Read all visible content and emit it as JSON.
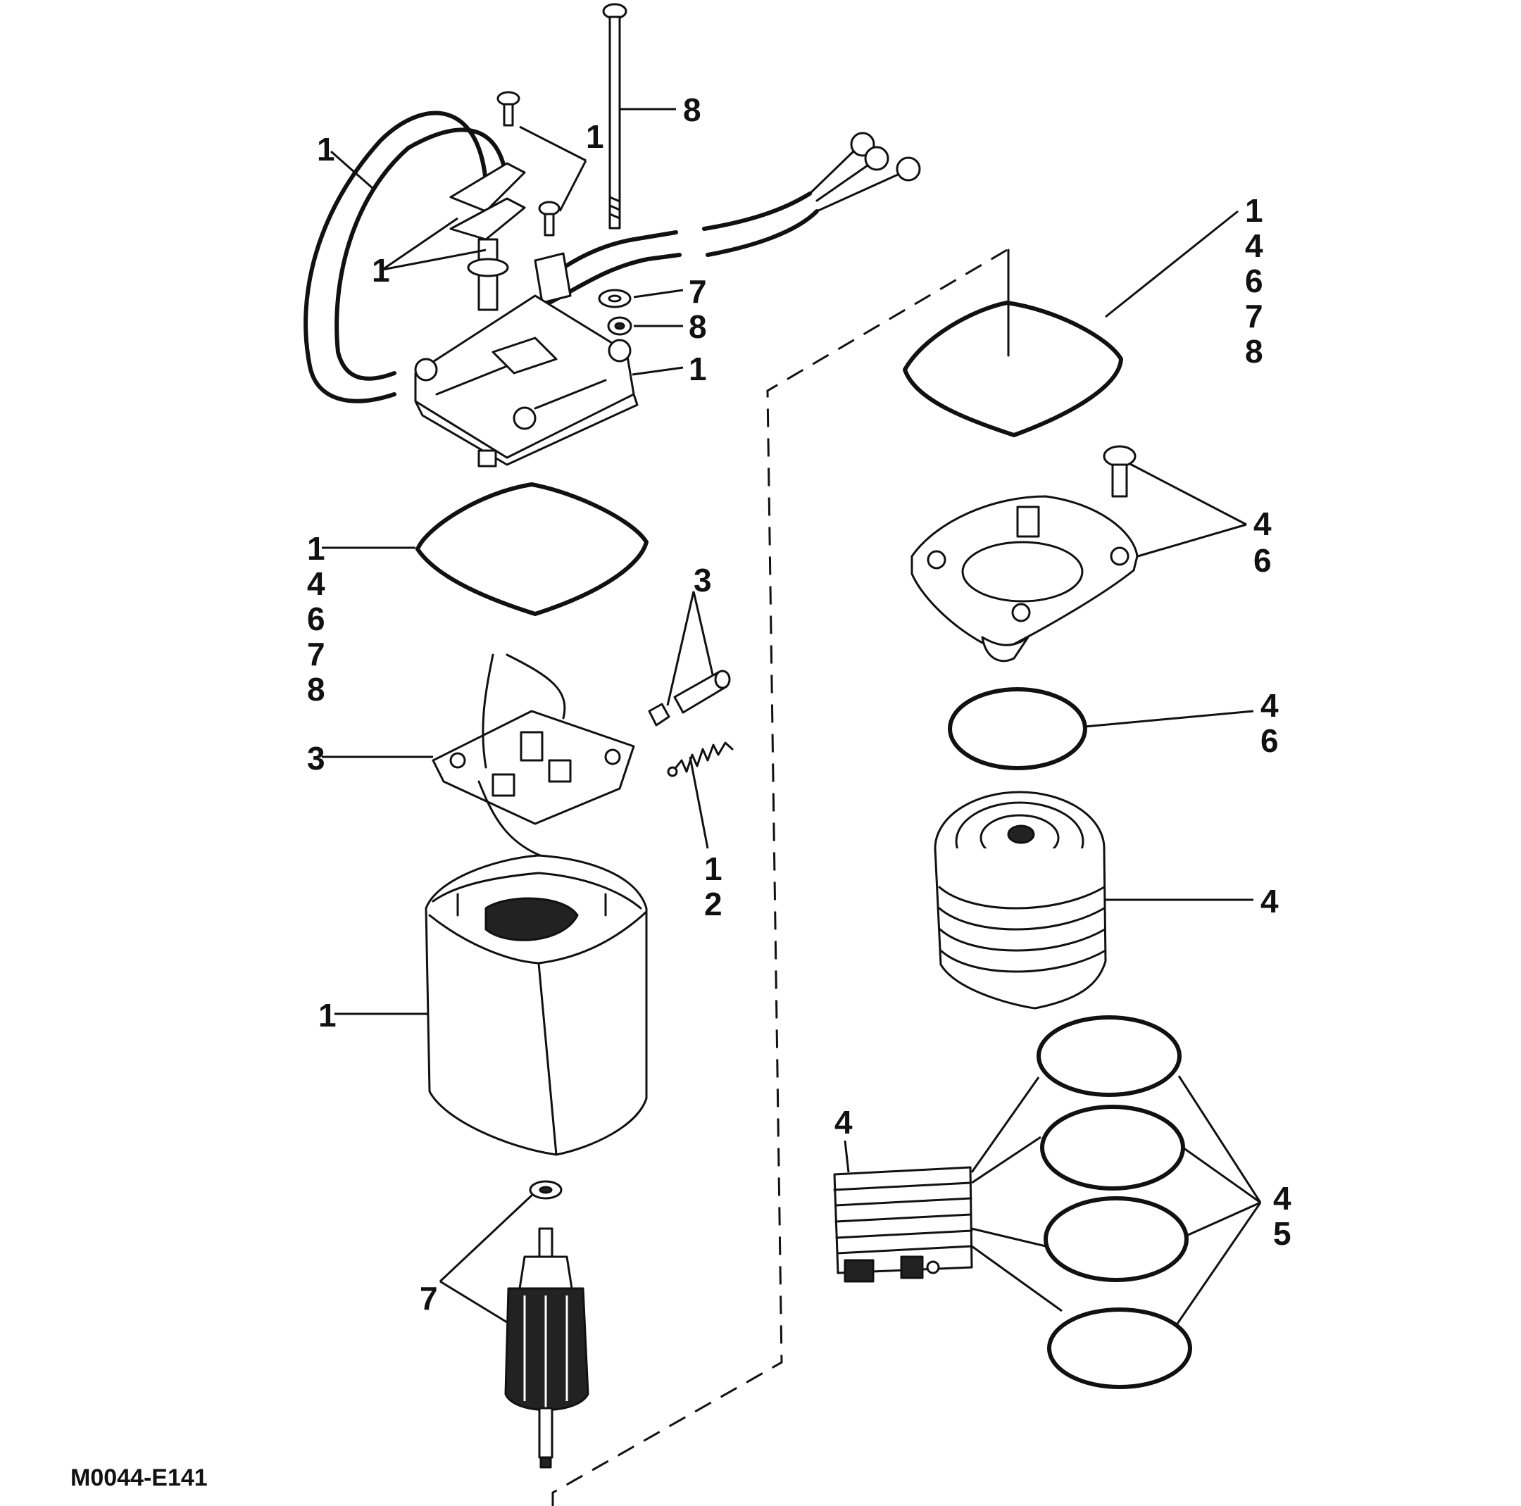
{
  "figure_id": "M0044-E141",
  "callouts": {
    "hose_left": "1",
    "screws_top": "1",
    "long_bolt": "8",
    "brackets_left": "1",
    "washer": "7",
    "nut": "8",
    "end_cap_top": "1",
    "seal_left": [
      "1",
      "4",
      "6",
      "7",
      "8"
    ],
    "brushes": "3",
    "brush_plate": "3",
    "spring": [
      "1",
      "2"
    ],
    "motor_frame": "1",
    "armature": "7",
    "seal_right": [
      "1",
      "4",
      "6",
      "7",
      "8"
    ],
    "pump_cover": [
      "4",
      "6"
    ],
    "oring_mid": [
      "4",
      "6"
    ],
    "pump_body": "4",
    "valve_block": "4",
    "orings_stack": [
      "4",
      "5"
    ]
  }
}
